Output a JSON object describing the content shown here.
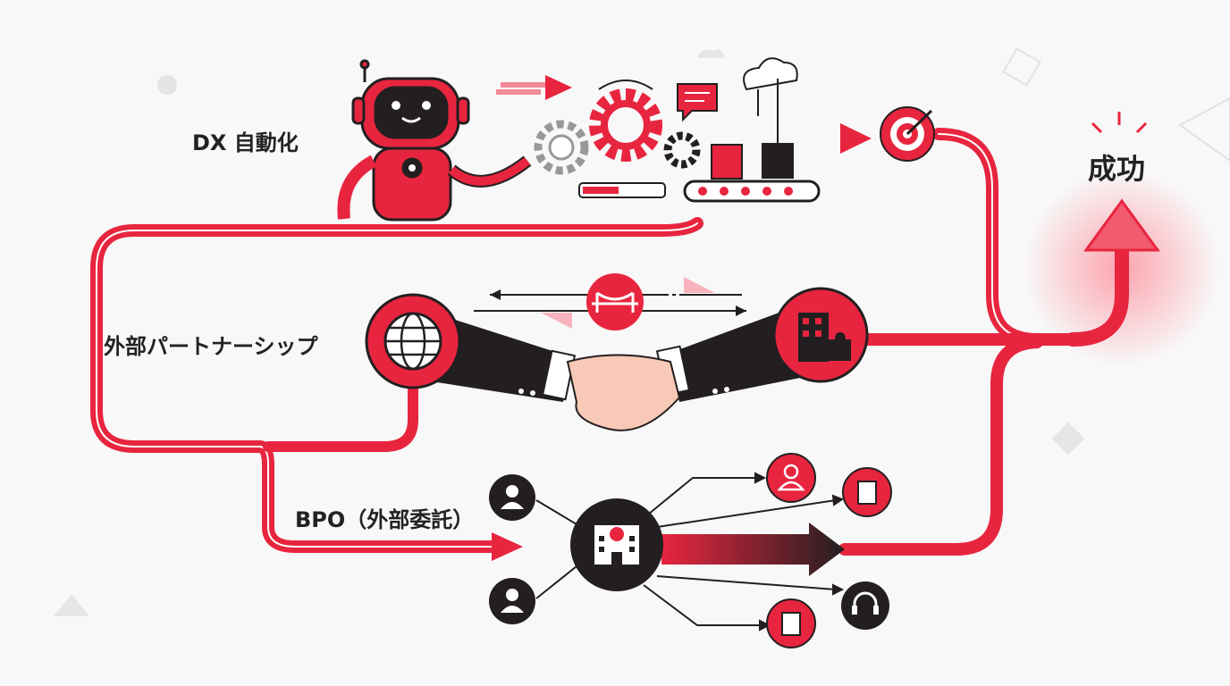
{
  "labels": {
    "dx": "DX 自動化",
    "partnership": "外部パートナーシップ",
    "bpo": "BPO（外部委託）",
    "success": "成功"
  },
  "colors": {
    "accent": "#e8253f",
    "dark": "#231f20",
    "background": "#f8f8f8"
  },
  "icons": [
    "robot-icon",
    "gear-icon",
    "chat-icon",
    "cloud-upload-icon",
    "conveyor-icon",
    "progress-bar-icon",
    "target-icon",
    "globe-icon",
    "bridge-icon",
    "building-puzzle-icon",
    "handshake-icon",
    "person-icon",
    "office-building-icon",
    "document-icon",
    "headset-icon",
    "up-arrow-icon"
  ]
}
